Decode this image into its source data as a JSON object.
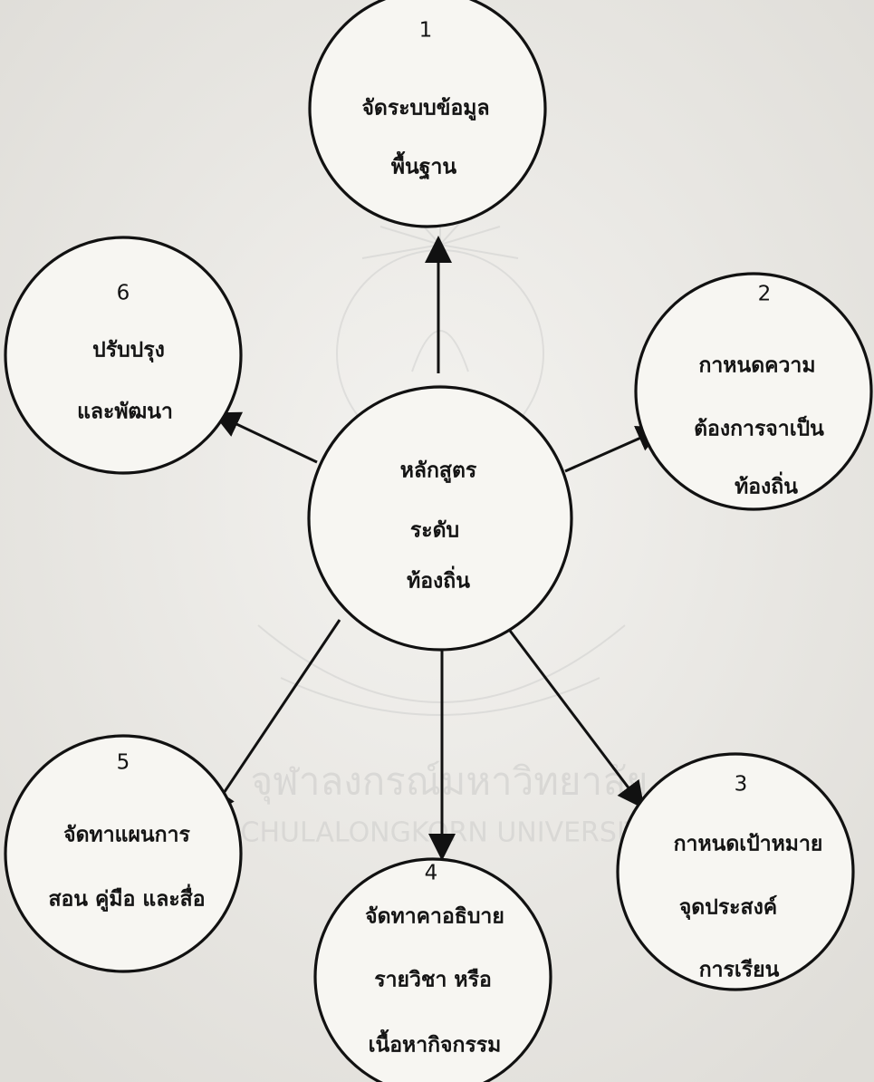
{
  "diagram": {
    "center": {
      "lines": [
        "หลักสูตร",
        "ระดับ",
        "ท้องถิ่น"
      ]
    },
    "nodes": [
      {
        "number": "1",
        "lines": [
          "จัดระบบข้อมูล",
          "พื้นฐาน"
        ]
      },
      {
        "number": "2",
        "lines": [
          "กาหนดความ",
          "ต้องการจาเป็น",
          "ท้องถิ่น"
        ]
      },
      {
        "number": "3",
        "lines": [
          "กาหนดเป้าหมาย",
          "จุดประสงค์",
          "การเรียน"
        ]
      },
      {
        "number": "4",
        "lines": [
          "จัดทาคาอธิบาย",
          "รายวิชา หรือ",
          "เนื้อหากิจกรรม"
        ]
      },
      {
        "number": "5",
        "lines": [
          "จัดทาแผนการ",
          "สอน คู่มือ และสื่อ"
        ]
      },
      {
        "number": "6",
        "lines": [
          "ปรับปรุง",
          "และพัฒนา"
        ]
      }
    ]
  },
  "watermark": {
    "thai": "จุฬาลงกรณ์มหาวิทยาลัย",
    "english": "CHULALONGKORN UNIVERSITY"
  }
}
